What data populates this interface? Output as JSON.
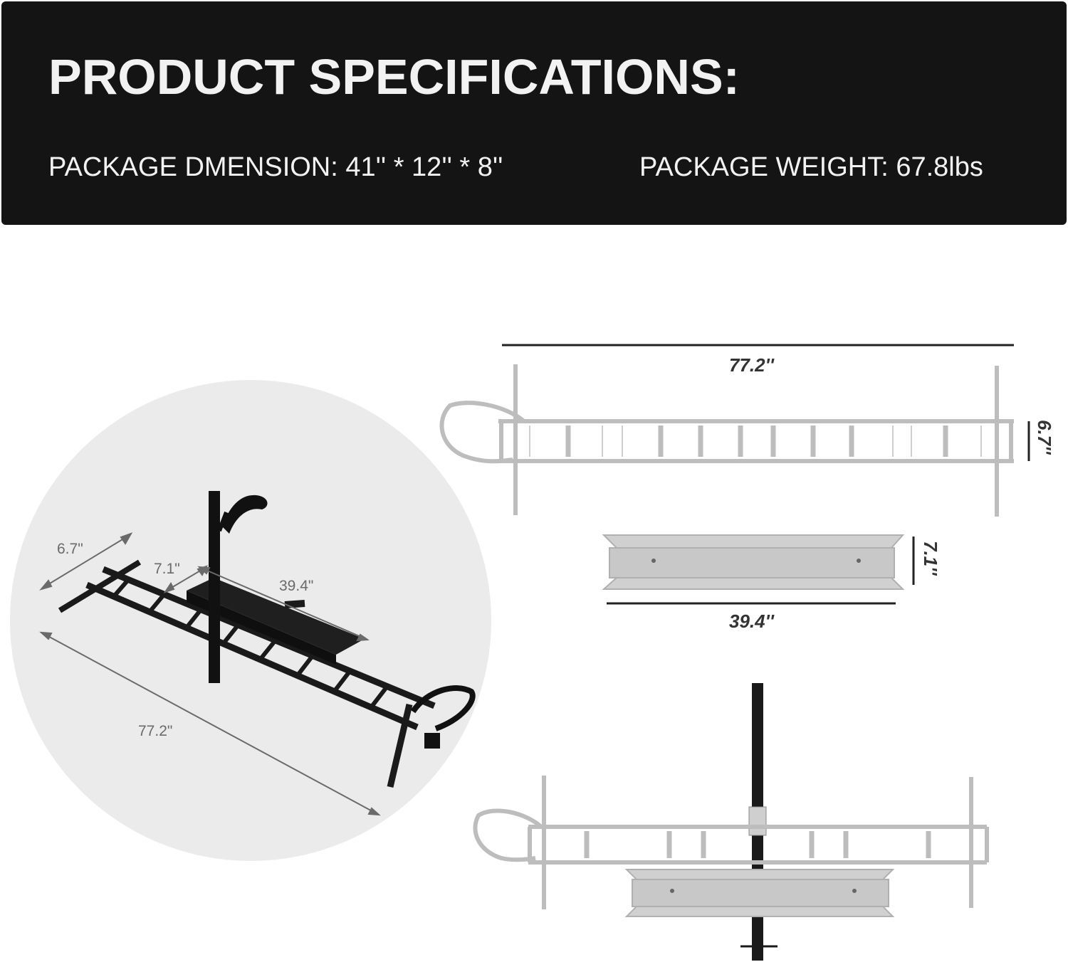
{
  "header": {
    "title": "PRODUCT SPECIFICATIONS:",
    "package_dimension": "PACKAGE DMENSION: 41'' * 12'' * 8''",
    "package_weight": "PACKAGE WEIGHT: 67.8lbs"
  },
  "photo": {
    "width_label": "6.7\"",
    "platform_width_label": "7.1\"",
    "platform_length_label": "39.4\"",
    "length_label": "77.2\""
  },
  "drawings": {
    "top_length": "77.2''",
    "top_width": "6.7''",
    "platform_height": "7.1''",
    "platform_length": "39.4''"
  },
  "colors": {
    "banner": "#141414",
    "banner_text": "#f2f2f2",
    "circle": "#ebebeb",
    "drawing_gray": "#bdbdbd",
    "rack_black": "#1a1a1a"
  }
}
